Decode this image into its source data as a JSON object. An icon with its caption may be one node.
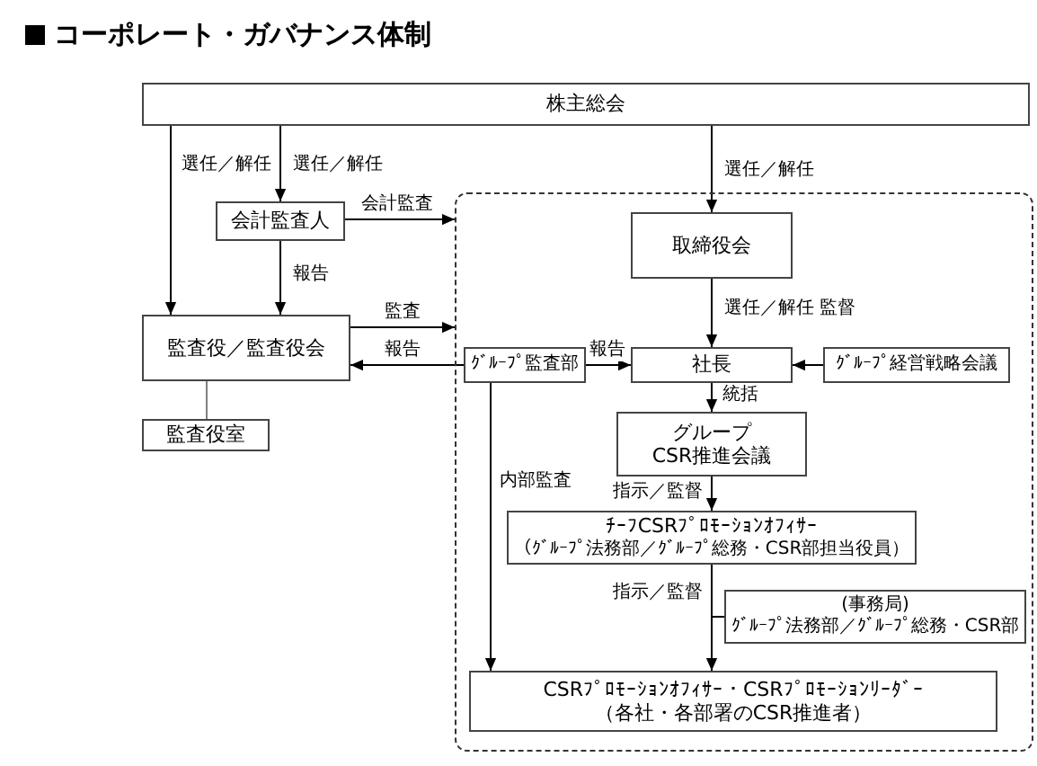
{
  "diagram": {
    "title": "コーポレート・ガバナンス体制",
    "nodes": [
      {
        "text": [
          "株主総会"
        ]
      },
      {
        "text": [
          "会計監査人"
        ]
      },
      {
        "text": [],
        "shape": "box"
      },
      {
        "text": [
          "取締役会"
        ],
        "in": 2
      },
      {
        "text": [
          "監査役／監査役会"
        ]
      },
      {
        "text": [
          "ｸﾞﾙｰﾌﾟ監査部"
        ],
        "in": 2
      },
      {
        "text": [
          "社長"
        ],
        "in": 2
      },
      {
        "text": [
          "ｸﾞﾙｰﾌﾟ経営戦略会議"
        ],
        "in": 2
      },
      {
        "text": [
          "監査役室"
        ]
      },
      {
        "text": [
          "グループ CSR推進会議"
        ],
        "in": 2
      },
      {
        "text": [
          "ﾁｰﾌCSRﾌﾟﾛﾓｰｼｮﾝｵﾌｨｻｰ",
          "（ｸﾞﾙｰﾌﾟ法務部／ｸﾞﾙｰﾌﾟ総務・CSR部担当役員）"
        ],
        "in": 2
      },
      {
        "text": [
          "(事務局)",
          "ｸﾞﾙｰﾌﾟ法務部／ｸﾞﾙｰﾌﾟ総務・CSR部"
        ],
        "in": 2
      },
      {
        "text": [
          "CSRﾌﾟﾛﾓｰｼｮﾝｵﾌｨｻｰ・CSRﾌﾟﾛﾓｰｼｮﾝﾘｰﾀﾞｰ",
          "（各社・各部署のCSR推進者）"
        ],
        "in": 2
      }
    ],
    "edges": [
      {
        "from": 0,
        "to": 4,
        "arrow": "to",
        "label": "選任／解任"
      },
      {
        "from": 0,
        "to": 1,
        "arrow": "to",
        "label": "選任／解任"
      },
      {
        "from": 0,
        "to": 3,
        "arrow": "to",
        "label": "選任／解任"
      },
      {
        "from": 1,
        "to": 2,
        "arrow": "to",
        "label": "会計監査"
      },
      {
        "from": 1,
        "to": 4,
        "arrow": "to",
        "label": "報告"
      },
      {
        "from": 4,
        "to": 2,
        "arrow": "to",
        "label": "監査"
      },
      {
        "from": 5,
        "to": 4,
        "arrow": "to",
        "label": "報告"
      },
      {
        "from": 3,
        "to": 6,
        "arrow": "to",
        "label": "選任／解任 監督"
      },
      {
        "from": 5,
        "to": 6,
        "arrow": "to",
        "label": "報告"
      },
      {
        "from": 7,
        "to": 6,
        "arrow": "to"
      },
      {
        "from": 6,
        "to": 9,
        "arrow": "to",
        "label": "統括"
      },
      {
        "from": 9,
        "to": 10,
        "arrow": "to",
        "label": "指示／監督"
      },
      {
        "from": 10,
        "to": 12,
        "arrow": "to",
        "label": "指示／監督"
      },
      {
        "from": 11,
        "to": null,
        "arrow": "none"
      },
      {
        "from": 5,
        "to": 12,
        "arrow": "to",
        "label": "内部監査"
      },
      {
        "from": 4,
        "to": 8,
        "arrow": "none",
        "color": "#808080"
      }
    ]
  }
}
